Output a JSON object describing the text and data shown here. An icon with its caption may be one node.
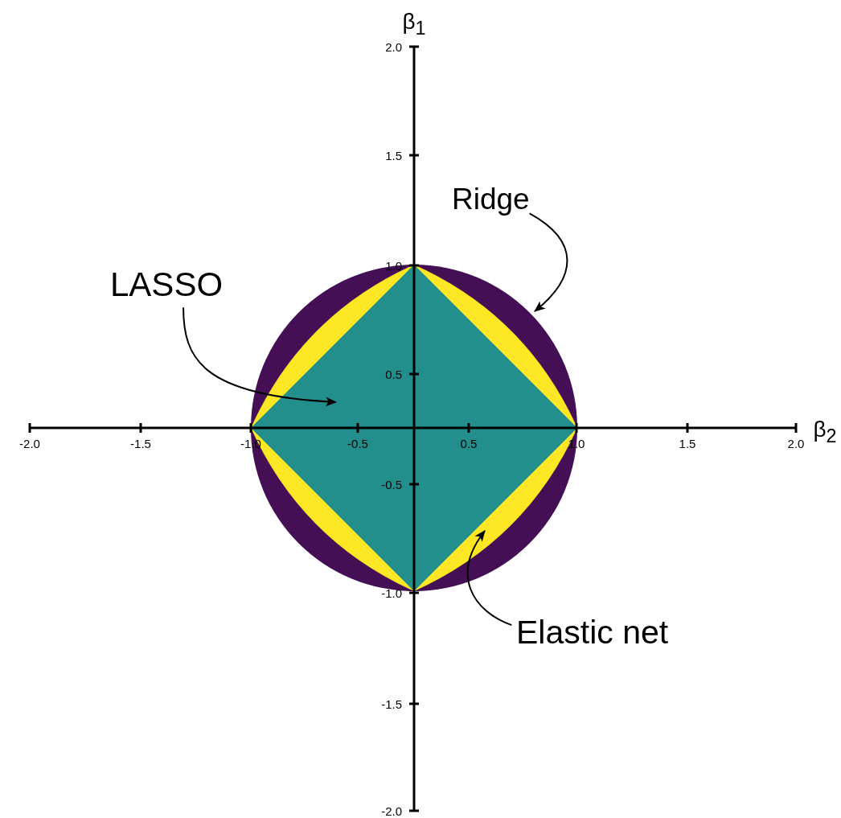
{
  "diagram": {
    "nodes": [
      {
        "text": [
          "LASSO"
        ]
      },
      {
        "text": [
          "Ridge"
        ]
      },
      {
        "text": [
          "Elastic net"
        ]
      },
      {
        "text": [],
        "shape": "circle"
      },
      {
        "text": [],
        "shape": "diamond",
        "in": 3
      },
      {
        "text": [],
        "shape": "diamond",
        "in": 4
      }
    ],
    "edges": [
      {
        "from": 0,
        "to": 5,
        "arrow": "to"
      },
      {
        "from": 1,
        "to": 3,
        "arrow": "to"
      },
      {
        "from": 2,
        "to": 4,
        "arrow": "to"
      }
    ],
    "labels": [
      "β$_{1}$",
      "2.0",
      "1.5",
      "1.0",
      "0.5",
      "-2.0",
      "-1.5",
      "-1.0",
      "-0.5",
      "0.5",
      "1.0",
      "1.5",
      "2.0",
      "β$_{2}$",
      "-0.5",
      "-1.0",
      "-1.5",
      "-2.0"
    ]
  }
}
